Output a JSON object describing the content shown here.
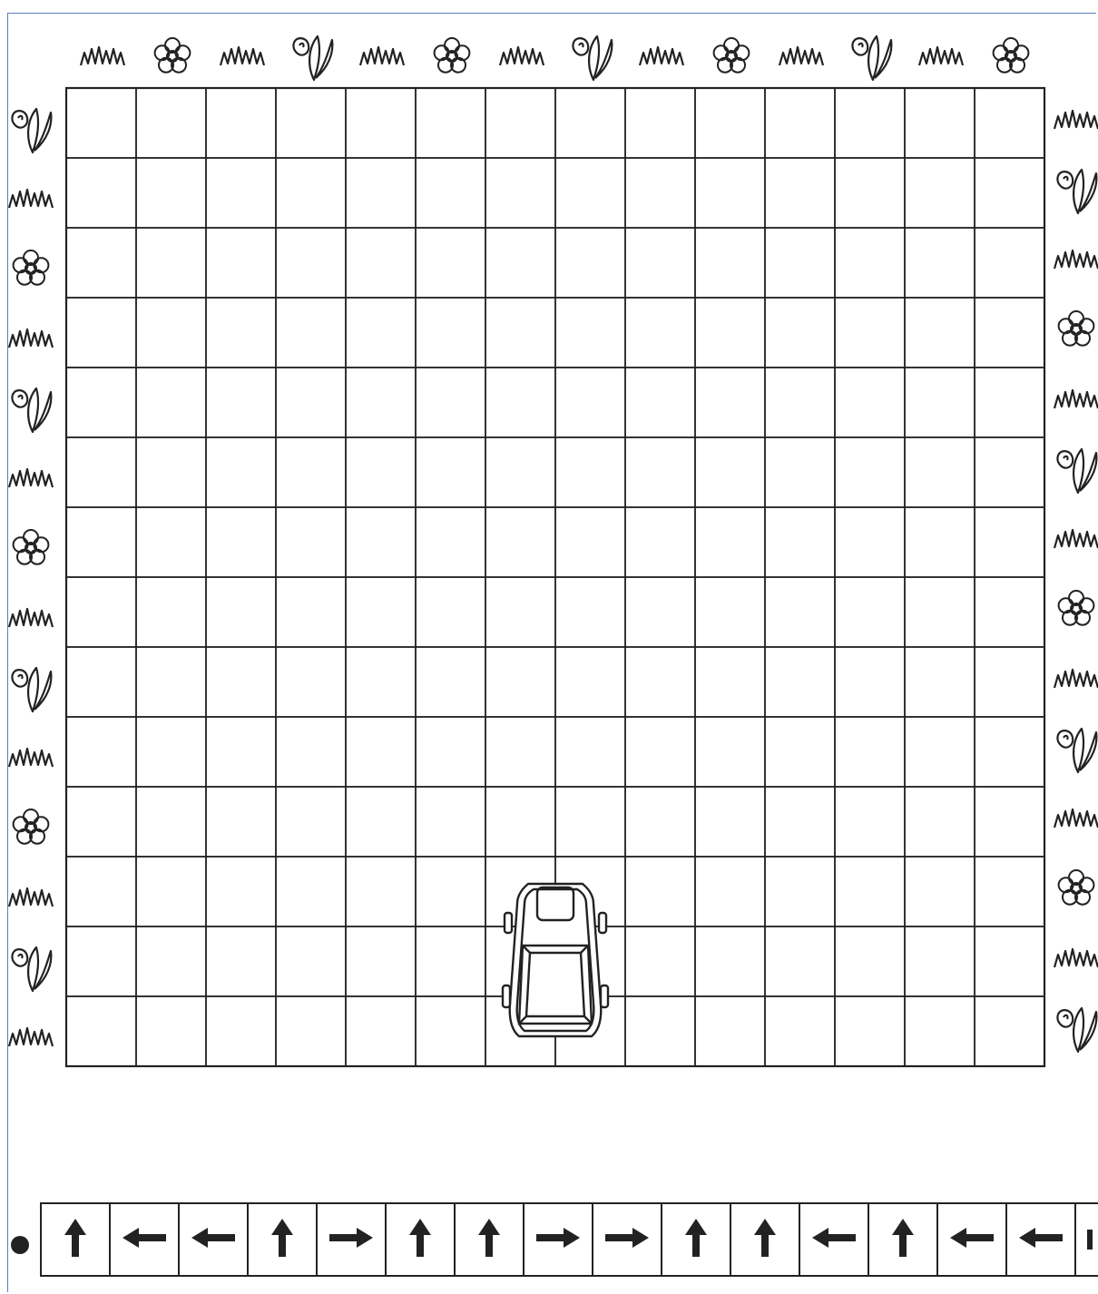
{
  "grid": {
    "columns": 14,
    "rows": 14
  },
  "car": {
    "column": 7,
    "row": 13,
    "facing": "up"
  },
  "path_marker": {
    "start": [
      7,
      12
    ],
    "direction": "up"
  },
  "border": {
    "top": [
      "grass-icon",
      "flower-icon",
      "grass-icon",
      "tulip-icon",
      "grass-icon",
      "flower-icon",
      "grass-icon",
      "tulip-icon",
      "grass-icon",
      "flower-icon",
      "grass-icon",
      "tulip-icon",
      "grass-icon",
      "flower-icon"
    ],
    "left": [
      "tulip-icon",
      "grass-icon",
      "flower-icon",
      "grass-icon",
      "tulip-icon",
      "grass-icon",
      "flower-icon",
      "grass-icon",
      "tulip-icon",
      "grass-icon",
      "flower-icon",
      "grass-icon",
      "tulip-icon",
      "grass-icon"
    ],
    "right": [
      "grass-icon",
      "tulip-icon",
      "grass-icon",
      "flower-icon",
      "grass-icon",
      "tulip-icon",
      "grass-icon",
      "flower-icon",
      "grass-icon",
      "tulip-icon",
      "grass-icon",
      "flower-icon",
      "grass-icon",
      "tulip-icon"
    ]
  },
  "commands": [
    "up",
    "left",
    "left",
    "up",
    "right",
    "up",
    "up",
    "right",
    "right",
    "up",
    "up",
    "left",
    "up",
    "left",
    "left"
  ],
  "colors": {
    "ink": "#222222",
    "frame": "#5b7fb8",
    "paper": "#ffffff"
  }
}
